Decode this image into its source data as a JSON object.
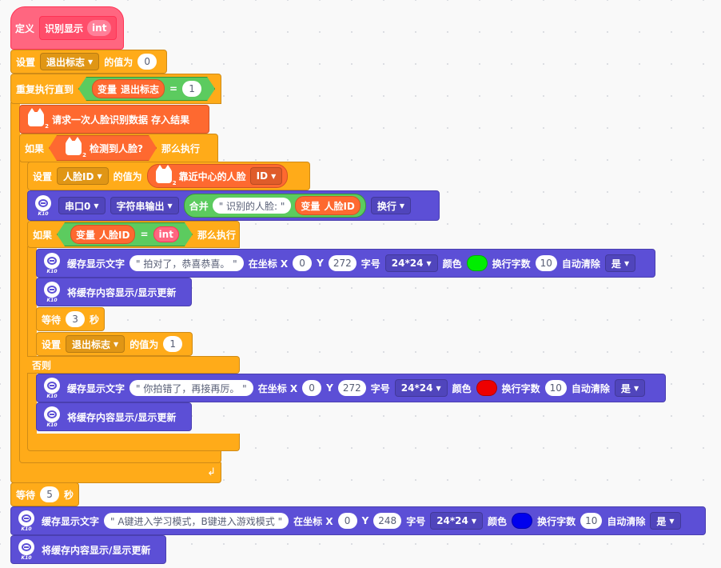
{
  "define": {
    "label": "定义",
    "name": "识别显示",
    "param": "int"
  },
  "set1": {
    "label": "设置",
    "var": "退出标志",
    "mid": "的值为",
    "value": "0"
  },
  "repeat": {
    "label": "重复执行直到",
    "var_label": "变量",
    "var_name": "退出标志",
    "eq": "=",
    "value": "1"
  },
  "request": {
    "text": "请求一次人脸识别数据 存入结果"
  },
  "if1": {
    "if_label": "如果",
    "cond": "检测到人脸?",
    "then": "那么执行"
  },
  "set2": {
    "label": "设置",
    "var": "人脸ID",
    "mid": "的值为",
    "reporter": "靠近中心的人脸",
    "field": "ID"
  },
  "serial": {
    "port": "串口0",
    "mode": "字符串输出",
    "join": "合并",
    "str": "\" 识别的人脸: \"",
    "var_label": "变量",
    "var_name": "人脸ID",
    "newline": "换行"
  },
  "if2": {
    "if_label": "如果",
    "var_label": "变量",
    "var_name": "人脸ID",
    "eq": "=",
    "value": "int",
    "then": "那么执行",
    "else": "否则"
  },
  "disp1": {
    "label": "缓存显示文字",
    "text": "\" 拍对了，恭喜恭喜。 \"",
    "at": "在坐标 X",
    "x": "0",
    "y_label": "Y",
    "y": "272",
    "size_label": "字号",
    "size": "24*24",
    "color_label": "颜色",
    "color": "#00ee00",
    "wrap_label": "换行字数",
    "wrap": "10",
    "clear_label": "自动清除",
    "clear": "是"
  },
  "update": {
    "label": "将缓存内容显示/显示更新"
  },
  "wait1": {
    "label": "等待",
    "value": "3",
    "unit": "秒"
  },
  "set3": {
    "label": "设置",
    "var": "退出标志",
    "mid": "的值为",
    "value": "1"
  },
  "disp2": {
    "label": "缓存显示文字",
    "text": "\" 你拍错了，再接再厉。 \"",
    "at": "在坐标 X",
    "x": "0",
    "y_label": "Y",
    "y": "272",
    "size_label": "字号",
    "size": "24*24",
    "color_label": "颜色",
    "color": "#ee0000",
    "wrap_label": "换行字数",
    "wrap": "10",
    "clear_label": "自动清除",
    "clear": "是"
  },
  "wait2": {
    "label": "等待",
    "value": "5",
    "unit": "秒"
  },
  "disp3": {
    "label": "缓存显示文字",
    "text": "\" A键进入学习模式，B键进入游戏模式 \"",
    "at": "在坐标 X",
    "x": "0",
    "y_label": "Y",
    "y": "248",
    "size_label": "字号",
    "size": "24*24",
    "color_label": "颜色",
    "color": "#0000ee",
    "wrap_label": "换行字数",
    "wrap": "10",
    "clear_label": "自动清除",
    "clear": "是"
  },
  "icons": {
    "k10": "K10",
    "fox_sub": "2",
    "loop_arrow": "↲",
    "dropdown": "▼"
  }
}
